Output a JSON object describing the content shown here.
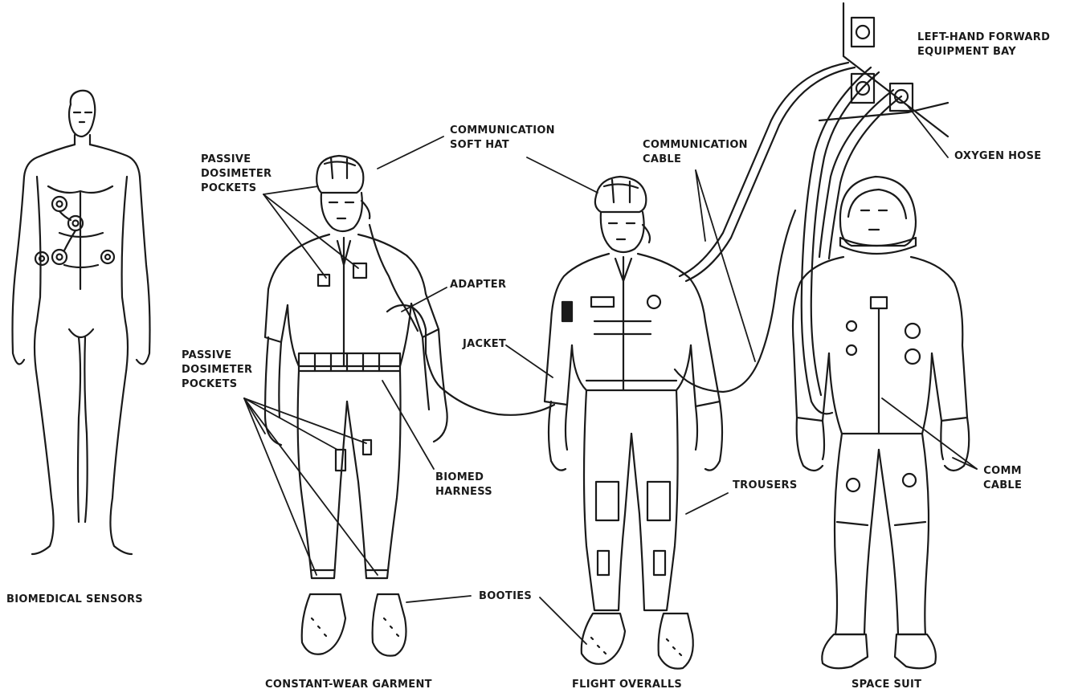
{
  "figures": [
    {
      "key": "biomedical-sensors",
      "caption": "BIOMEDICAL SENSORS"
    },
    {
      "key": "constant-wear-garment",
      "caption": "CONSTANT-WEAR GARMENT"
    },
    {
      "key": "flight-overalls",
      "caption": "FLIGHT OVERALLS"
    },
    {
      "key": "space-suit",
      "caption": "SPACE SUIT"
    }
  ],
  "callouts": {
    "passive_dosimeter_upper": [
      "PASSIVE",
      "DOSIMETER",
      "POCKETS"
    ],
    "passive_dosimeter_lower": [
      "PASSIVE",
      "DOSIMETER",
      "POCKETS"
    ],
    "communication_soft_hat": [
      "COMMUNICATION",
      "SOFT HAT"
    ],
    "adapter": [
      "ADAPTER"
    ],
    "jacket": [
      "JACKET"
    ],
    "biomed_harness": [
      "BIOMED",
      "HARNESS"
    ],
    "booties": [
      "BOOTIES"
    ],
    "communication_cable": [
      "COMMUNICATION",
      "CABLE"
    ],
    "trousers": [
      "TROUSERS"
    ],
    "left_hand_forward_equipment_bay": [
      "LEFT-HAND FORWARD",
      "EQUIPMENT BAY"
    ],
    "oxygen_hose": [
      "OXYGEN HOSE"
    ],
    "comm_cable": [
      "COMM",
      "CABLE"
    ]
  },
  "colors": {
    "ink": "#1a1a1a",
    "background": "#ffffff"
  }
}
